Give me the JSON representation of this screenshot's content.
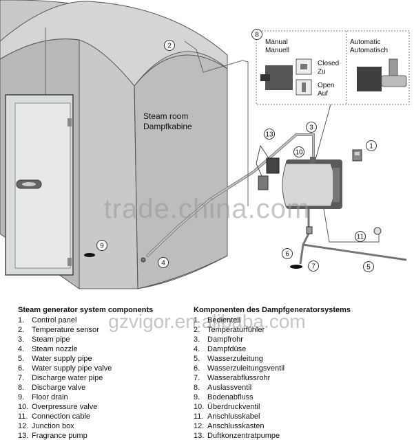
{
  "callout_numbers": [
    "1",
    "2",
    "3",
    "4",
    "7",
    "8",
    "9",
    "10",
    "11",
    "13",
    "5",
    "6"
  ],
  "room_label": {
    "line1": "Steam room",
    "line2": "Dampfkabine"
  },
  "inset": {
    "manual_line1": "Manual",
    "manual_line2": "Manuell",
    "automatic_line1": "Automatic",
    "automatic_line2": "Automatisch",
    "closed_line1": "Closed",
    "closed_line2": "Zu",
    "open_line1": "Open",
    "open_line2": "Auf"
  },
  "watermark_main": "trade.china.com",
  "watermark_url": "gzvigor.en.alibaba.com",
  "legend_en": {
    "title": "Steam generator system components",
    "items": [
      {
        "num": "1.",
        "label": "Control panel"
      },
      {
        "num": "2.",
        "label": "Temperature sensor"
      },
      {
        "num": "3.",
        "label": "Steam pipe"
      },
      {
        "num": "4.",
        "label": "Steam nozzle"
      },
      {
        "num": "5.",
        "label": "Water supply pipe"
      },
      {
        "num": "6.",
        "label": "Water supply pipe valve"
      },
      {
        "num": "7.",
        "label": "Discharge water pipe"
      },
      {
        "num": "8.",
        "label": "Discharge valve"
      },
      {
        "num": "9.",
        "label": "Floor drain"
      },
      {
        "num": "10.",
        "label": "Overpressure valve"
      },
      {
        "num": "11.",
        "label": "Connection cable"
      },
      {
        "num": "12.",
        "label": "Junction box"
      },
      {
        "num": "13.",
        "label": "Fragrance pump"
      }
    ]
  },
  "legend_de": {
    "title": "Komponenten des Dampfgeneratorsystems",
    "items": [
      {
        "num": "1.",
        "label": "Bedienteil"
      },
      {
        "num": "2.",
        "label": "Temperaturfühler"
      },
      {
        "num": "3.",
        "label": "Dampfrohr"
      },
      {
        "num": "4.",
        "label": "Dampfdüse"
      },
      {
        "num": "5.",
        "label": "Wasserzuleitung"
      },
      {
        "num": "6.",
        "label": "Wasserzuleitungsventil"
      },
      {
        "num": "7.",
        "label": "Wasserabflussrohr"
      },
      {
        "num": "8.",
        "label": "Auslassventil"
      },
      {
        "num": "9.",
        "label": "Bodenabfluss"
      },
      {
        "num": "10.",
        "label": "Überdruckventil"
      },
      {
        "num": "11.",
        "label": "Anschlusskabel"
      },
      {
        "num": "12.",
        "label": "Anschlusskasten"
      },
      {
        "num": "13.",
        "label": "Duftkonzentratpumpe"
      }
    ]
  }
}
